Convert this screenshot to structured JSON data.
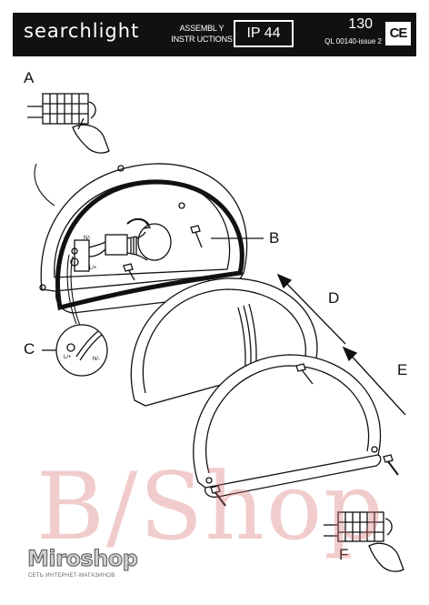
{
  "header": {
    "brand": "searchlight",
    "assembly_line1": "ASSEMBL Y",
    "assembly_line2": "INSTR UCTIONS",
    "ip_rating": "IP 44",
    "doc_number": "130",
    "issue": "QL 00140-issue 2",
    "ce_mark": "CE"
  },
  "steps": {
    "a": "A",
    "b": "B",
    "c": "C",
    "d": "D",
    "e": "E",
    "f": "F"
  },
  "wiring": {
    "neutral": "N/-",
    "live": "L/+"
  },
  "watermark": {
    "text": "B/Shop",
    "logo": "Miroshop",
    "tagline": "СЕТЬ ИНТЕРНЕТ-МАГАЗИНОВ"
  },
  "colors": {
    "header_bg": "#111111",
    "line": "#111111",
    "watermark": "#d77070"
  }
}
